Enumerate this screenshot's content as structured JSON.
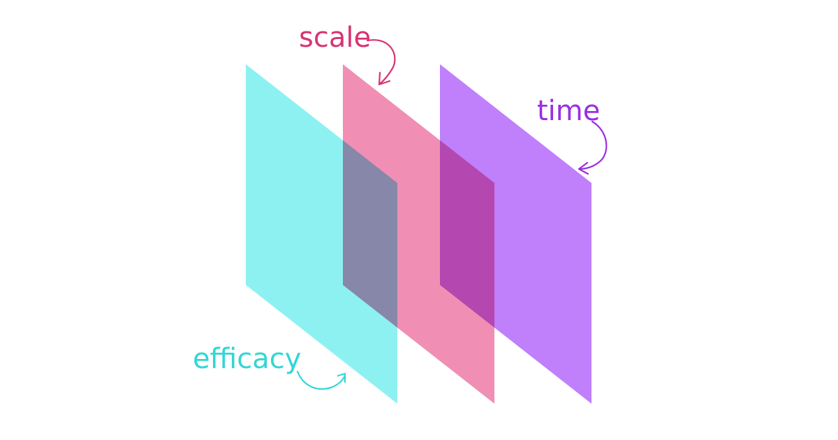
{
  "diagram": {
    "planes": [
      {
        "id": "efficacy",
        "label": "efficacy",
        "color": "#8ef1f1",
        "label_color": "#33d6d6"
      },
      {
        "id": "scale",
        "label": "scale",
        "color": "#f08fb3",
        "label_color": "#d73472"
      },
      {
        "id": "time",
        "label": "time",
        "color": "#c07ffb",
        "label_color": "#9b2fe0"
      }
    ],
    "colors": {
      "background": "#ffffff"
    }
  }
}
